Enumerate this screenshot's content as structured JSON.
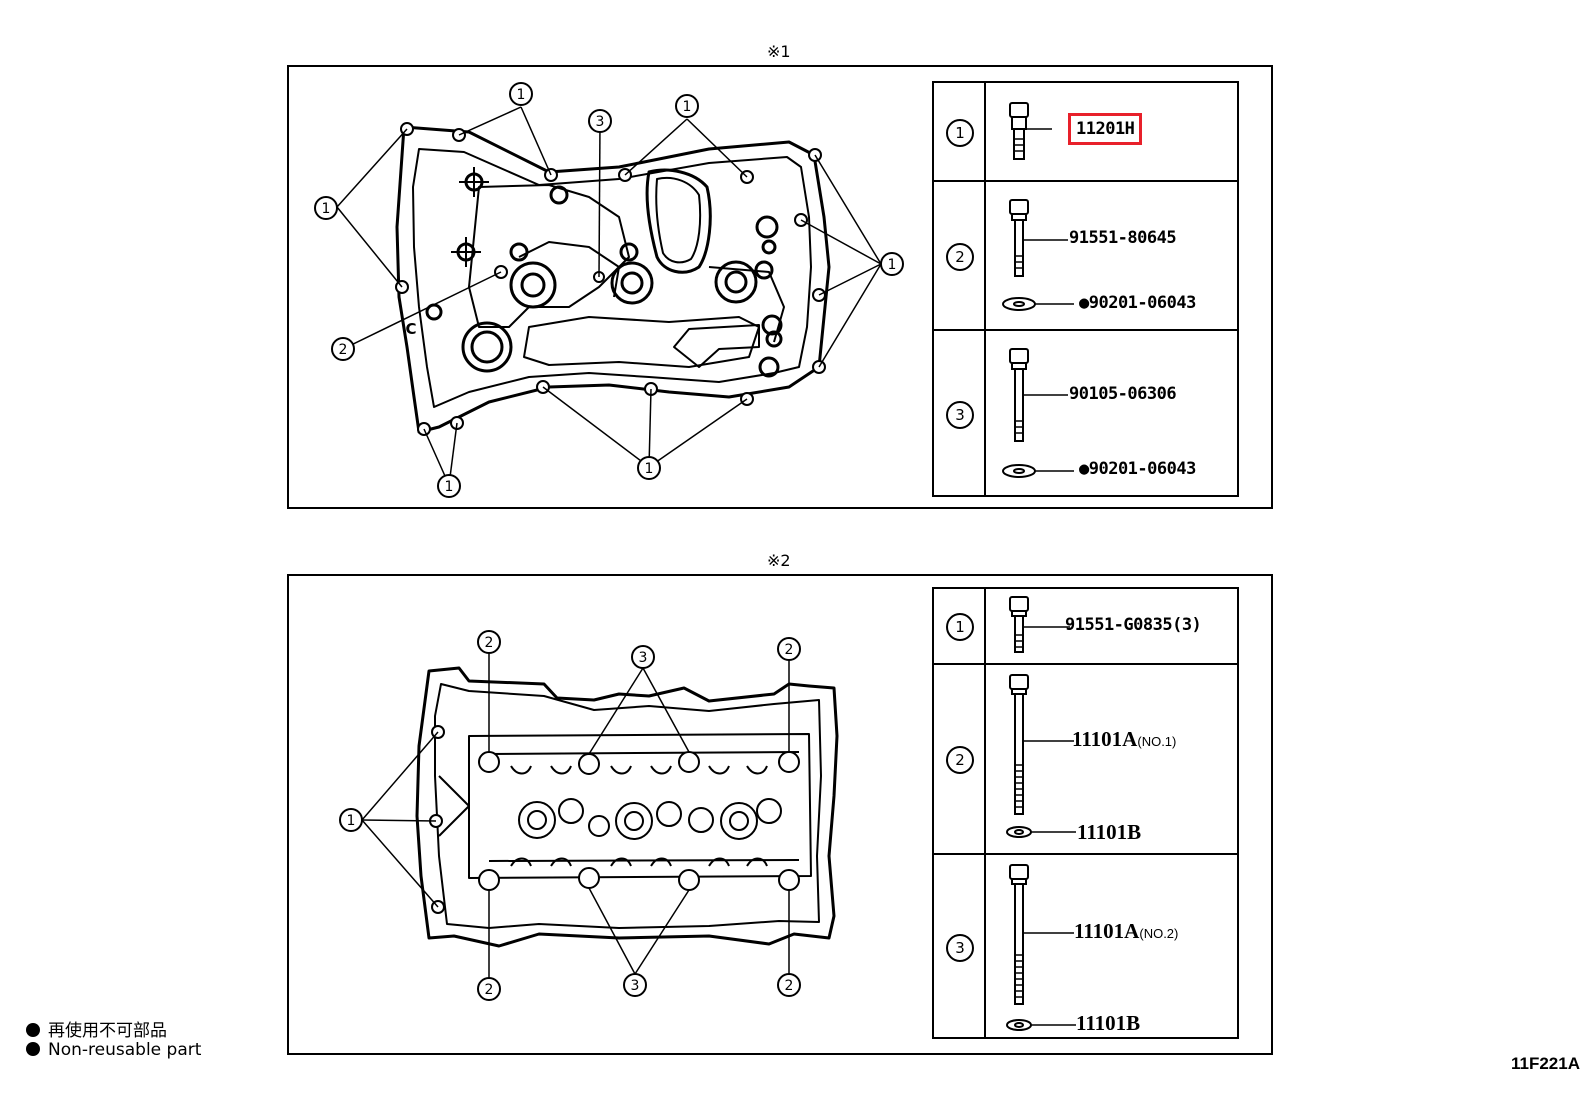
{
  "panel1": {
    "title": "※1",
    "rows": [
      {
        "index": "1",
        "parts": [
          "11201H"
        ]
      },
      {
        "index": "2",
        "parts": [
          "91551-80645",
          "●90201-06043"
        ]
      },
      {
        "index": "3",
        "parts": [
          "90105-06306",
          "●90201-06043"
        ]
      }
    ]
  },
  "panel2": {
    "title": "※2",
    "rows": [
      {
        "index": "1",
        "parts": [
          "91551-G0835(3)"
        ]
      },
      {
        "index": "2",
        "parts": [
          "11101A",
          "11101B"
        ],
        "note": "(NO.1)"
      },
      {
        "index": "3",
        "parts": [
          "11101A",
          "11101B"
        ],
        "note": "(NO.2)"
      }
    ]
  },
  "callouts": {
    "one": "1",
    "two": "2",
    "three": "3",
    "c_mark": "C"
  },
  "legend": {
    "jp": "再使用不可部品",
    "en": "Non-reusable part"
  },
  "figure_code": "11F221A",
  "colors": {
    "highlight": "#e8202a"
  }
}
